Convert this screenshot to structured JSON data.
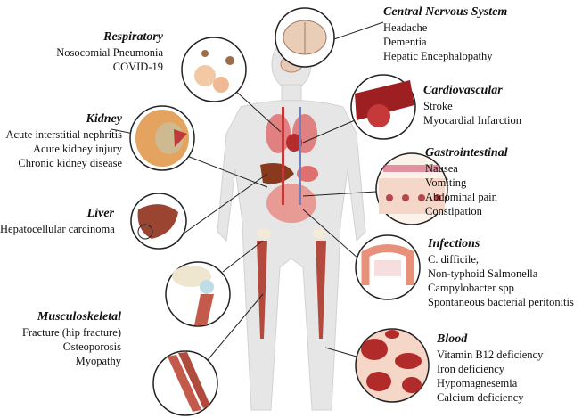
{
  "systems": {
    "cns": {
      "title": "Central Nervous System",
      "items": [
        "Headache",
        "Dementia",
        "Hepatic Encephalopathy"
      ]
    },
    "respiratory": {
      "title": "Respiratory",
      "items": [
        "Nosocomial Pneumonia",
        "COVID-19"
      ]
    },
    "cardiovascular": {
      "title": "Cardiovascular",
      "items": [
        "Stroke",
        "Myocardial  Infarction"
      ]
    },
    "kidney": {
      "title": "Kidney",
      "items": [
        "Acute interstitial  nephritis",
        "Acute kidney  injury",
        "Chronic kidney  disease"
      ]
    },
    "gastrointestinal": {
      "title": "Gastrointestinal",
      "items": [
        "Nausea",
        "Vomiting",
        "Abdominal pain",
        "Constipation"
      ]
    },
    "liver": {
      "title": "Liver",
      "items": [
        "Hepatocellular  carcinoma"
      ]
    },
    "infections": {
      "title": "Infections",
      "items": [
        "C. difficile,",
        "Non-typhoid Salmonella",
        "Campylobacter spp",
        "Spontaneous bacterial  peritonitis"
      ]
    },
    "musculoskeletal": {
      "title": "Musculoskeletal",
      "items": [
        "Fracture (hip fracture)",
        "Osteoporosis",
        "Myopathy"
      ]
    },
    "blood": {
      "title": "Blood",
      "items": [
        "Vitamin  B12  deficiency",
        "Iron deficiency",
        "Hypomagnesemia",
        "Calcium  deficiency"
      ]
    }
  },
  "colors": {
    "body": "#e4e4e4",
    "organ_red": "#c0393b",
    "circle_fill": "#f6e4d6",
    "line": "#222222"
  }
}
